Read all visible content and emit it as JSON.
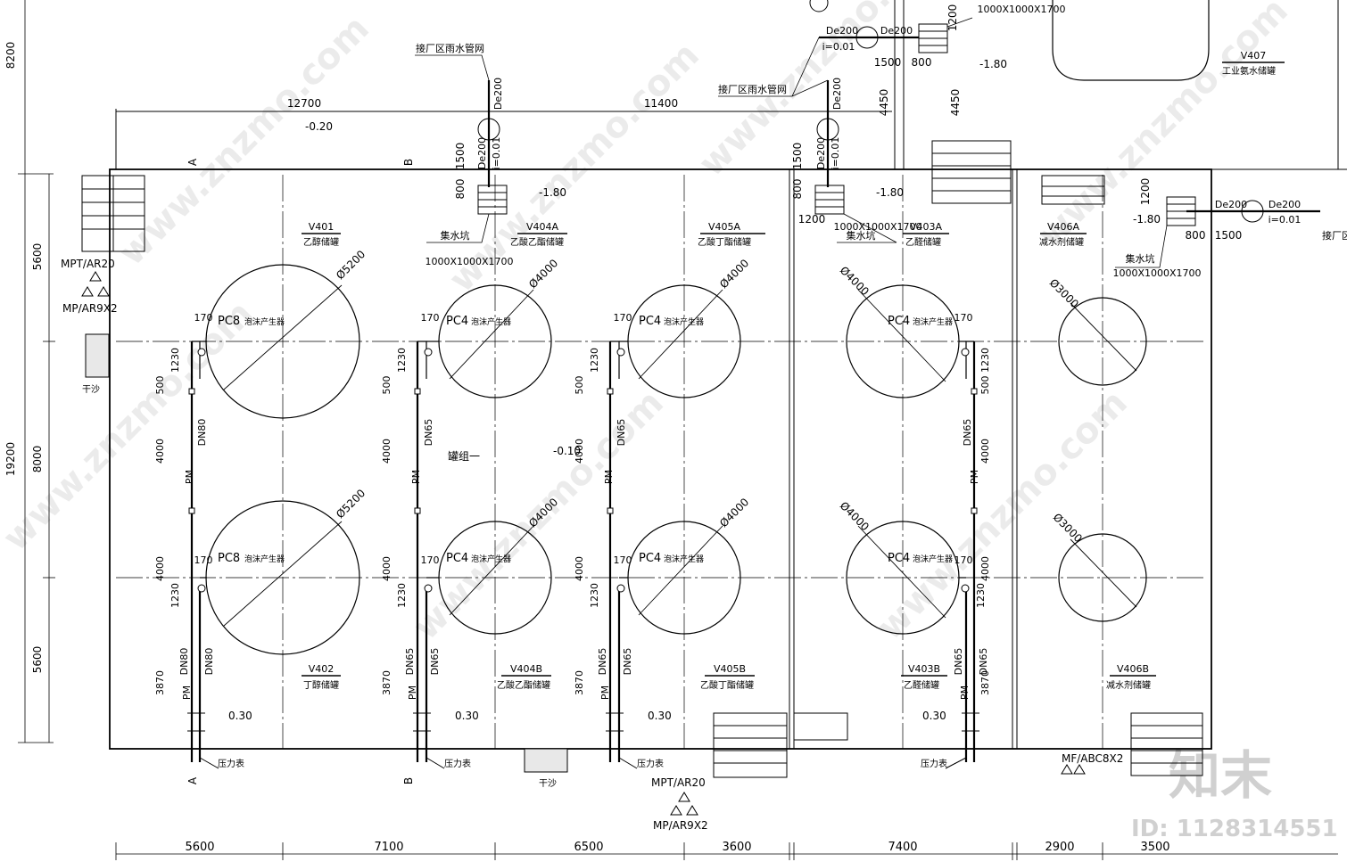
{
  "dimensions": {
    "bottom": [
      "5600",
      "7100",
      "6500",
      "3600",
      "7400",
      "2900",
      "3500"
    ],
    "left_outer": [
      "8200",
      "19200"
    ],
    "left_inner": [
      "5600",
      "8000",
      "5600"
    ],
    "top": [
      "12700",
      "11400"
    ],
    "drain": [
      "1500",
      "800",
      "4450",
      "4450",
      "1500",
      "800",
      "1200",
      "1200",
      "1500",
      "800",
      "1200"
    ],
    "tank": [
      "170",
      "1230",
      "500",
      "4000",
      "4000",
      "1230",
      "3870"
    ]
  },
  "levels": {
    "a": "-0.20",
    "b": "-0.10",
    "c": "0.30",
    "d": "-1.80",
    "e": "-1.80"
  },
  "pipes": {
    "de200": "De200",
    "slope": "i=0.01",
    "dn80": "DN80",
    "dn65": "DN65",
    "pm": "PM"
  },
  "labels": {
    "rain_pipe": "接厂区雨水管网",
    "pit": "集水坑",
    "pit_size": "1000X1000X1700",
    "foam": "泡沫产生器",
    "pc8": "PC8",
    "pc4": "PC4",
    "gauge": "压力表",
    "sand": "干沙",
    "group": "罐组一",
    "ext1": "MPT/AR20",
    "ext2": "MP/AR9X2",
    "ext3": "MF/ABC8X2",
    "sec_a": "A",
    "sec_b": "B"
  },
  "tanks": [
    {
      "id": "V401",
      "name": "乙醇储罐",
      "dia": "Ø5200"
    },
    {
      "id": "V402",
      "name": "丁醇储罐",
      "dia": "Ø5200"
    },
    {
      "id": "V404A",
      "name": "乙酸乙酯储罐",
      "dia": "Ø4000"
    },
    {
      "id": "V404B",
      "name": "乙酸乙酯储罐",
      "dia": "Ø4000"
    },
    {
      "id": "V405A",
      "name": "乙酸丁酯储罐",
      "dia": "Ø4000"
    },
    {
      "id": "V405B",
      "name": "乙酸丁酯储罐",
      "dia": "Ø4000"
    },
    {
      "id": "V403A",
      "name": "乙醛储罐",
      "dia": "Ø4000"
    },
    {
      "id": "V403B",
      "name": "乙醛储罐",
      "dia": "Ø4000"
    },
    {
      "id": "V406A",
      "name": "减水剂储罐",
      "dia": "Ø3000"
    },
    {
      "id": "V406B",
      "name": "减水剂储罐",
      "dia": "Ø3000"
    },
    {
      "id": "V407",
      "name": "工业氨水储罐",
      "dia": ""
    }
  ],
  "watermark": {
    "site": "www.znzmo.com",
    "brand": "知末",
    "id": "ID: 1128314551"
  }
}
